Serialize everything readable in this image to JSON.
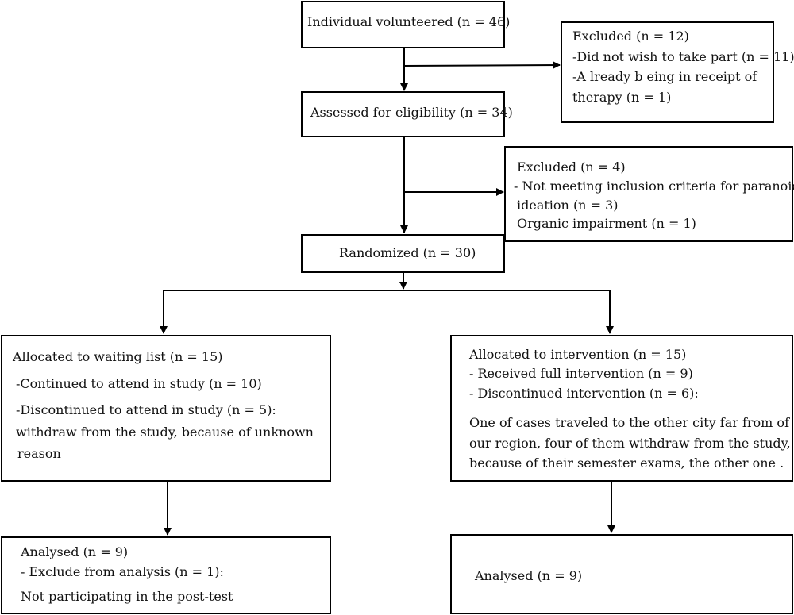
{
  "diagram": {
    "volunteered": "Individual volunteered (n = 46)",
    "excluded1": {
      "title": "Excluded (n = 12)",
      "line1": "-Did not wish to take part (n = 11)",
      "line2": "-A lready b eing in receipt of",
      "line3": "therapy (n = 1)"
    },
    "assessed": "Assessed for eligibility (n = 34)",
    "excluded2": {
      "title": "Excluded (n = 4)",
      "line1": "- Not meeting inclusion criteria for paranoid",
      "line2": "ideation (n = 3)",
      "line3": "Organic impairment (n = 1)"
    },
    "randomized": "Randomized (n = 30)",
    "waiting": {
      "title": "Allocated to waiting list (n = 15)",
      "line1": "-Continued to attend in study (n = 10)",
      "line2": "-Discontinued to attend in study (n = 5):",
      "line3": "withdraw from the study, because of unknown",
      "line4": "reason"
    },
    "intervention": {
      "title": "Allocated to intervention (n = 15)",
      "line1": "- Received full intervention (n = 9)",
      "line2": "- Discontinued intervention (n = 6):",
      "line3": "One of cases traveled to the other city far from of",
      "line4": "our region, four of them withdraw from the study,",
      "line5": "because of their semester exams, the other one ."
    },
    "analysed_left": {
      "title": "Analysed (n = 9)",
      "line1": "- Exclude from analysis (n = 1):",
      "line2": "Not participating in the post-test"
    },
    "analysed_right": "Analysed (n = 9)"
  }
}
